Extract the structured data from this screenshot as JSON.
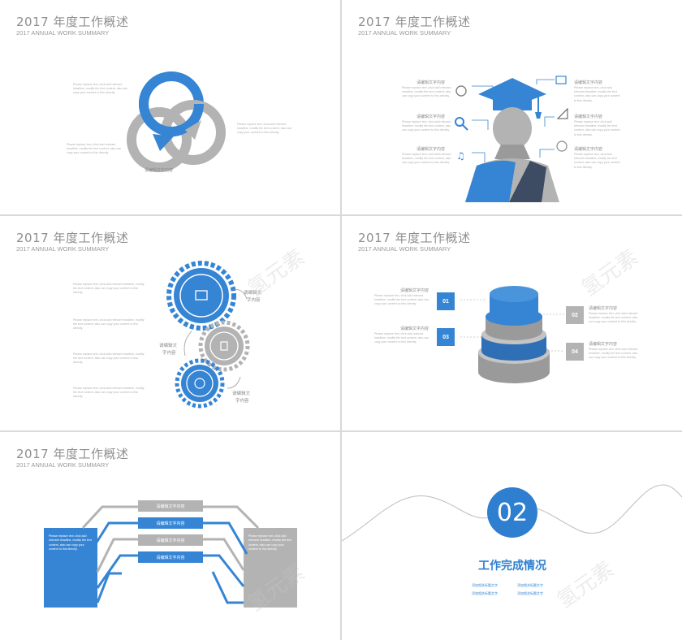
{
  "slides": {
    "title": "2017 年度工作概述",
    "subtitle": "2017 ANNUAL WORK SUMMARY",
    "placeholder_short": "Please replace text, click add relevant headline, modify the text content, also can copy your content to this directly.",
    "edit_label": "请编辑文字内容",
    "edit_label_split_a": "请编辑文",
    "edit_label_split_b": "字内容"
  },
  "slide4": {
    "items": [
      "01",
      "02",
      "03",
      "04"
    ]
  },
  "slide6": {
    "number": "02",
    "heading": "工作完成情况",
    "bullets": [
      "添加相关标题文字",
      "添加相关标题文字",
      "添加相关标题文字",
      "添加相关标题文字"
    ],
    "watermark": "氢元素"
  },
  "colors": {
    "accent": "#3585d4",
    "grey": "#b3b3b3",
    "dark": "#3d4b63"
  }
}
